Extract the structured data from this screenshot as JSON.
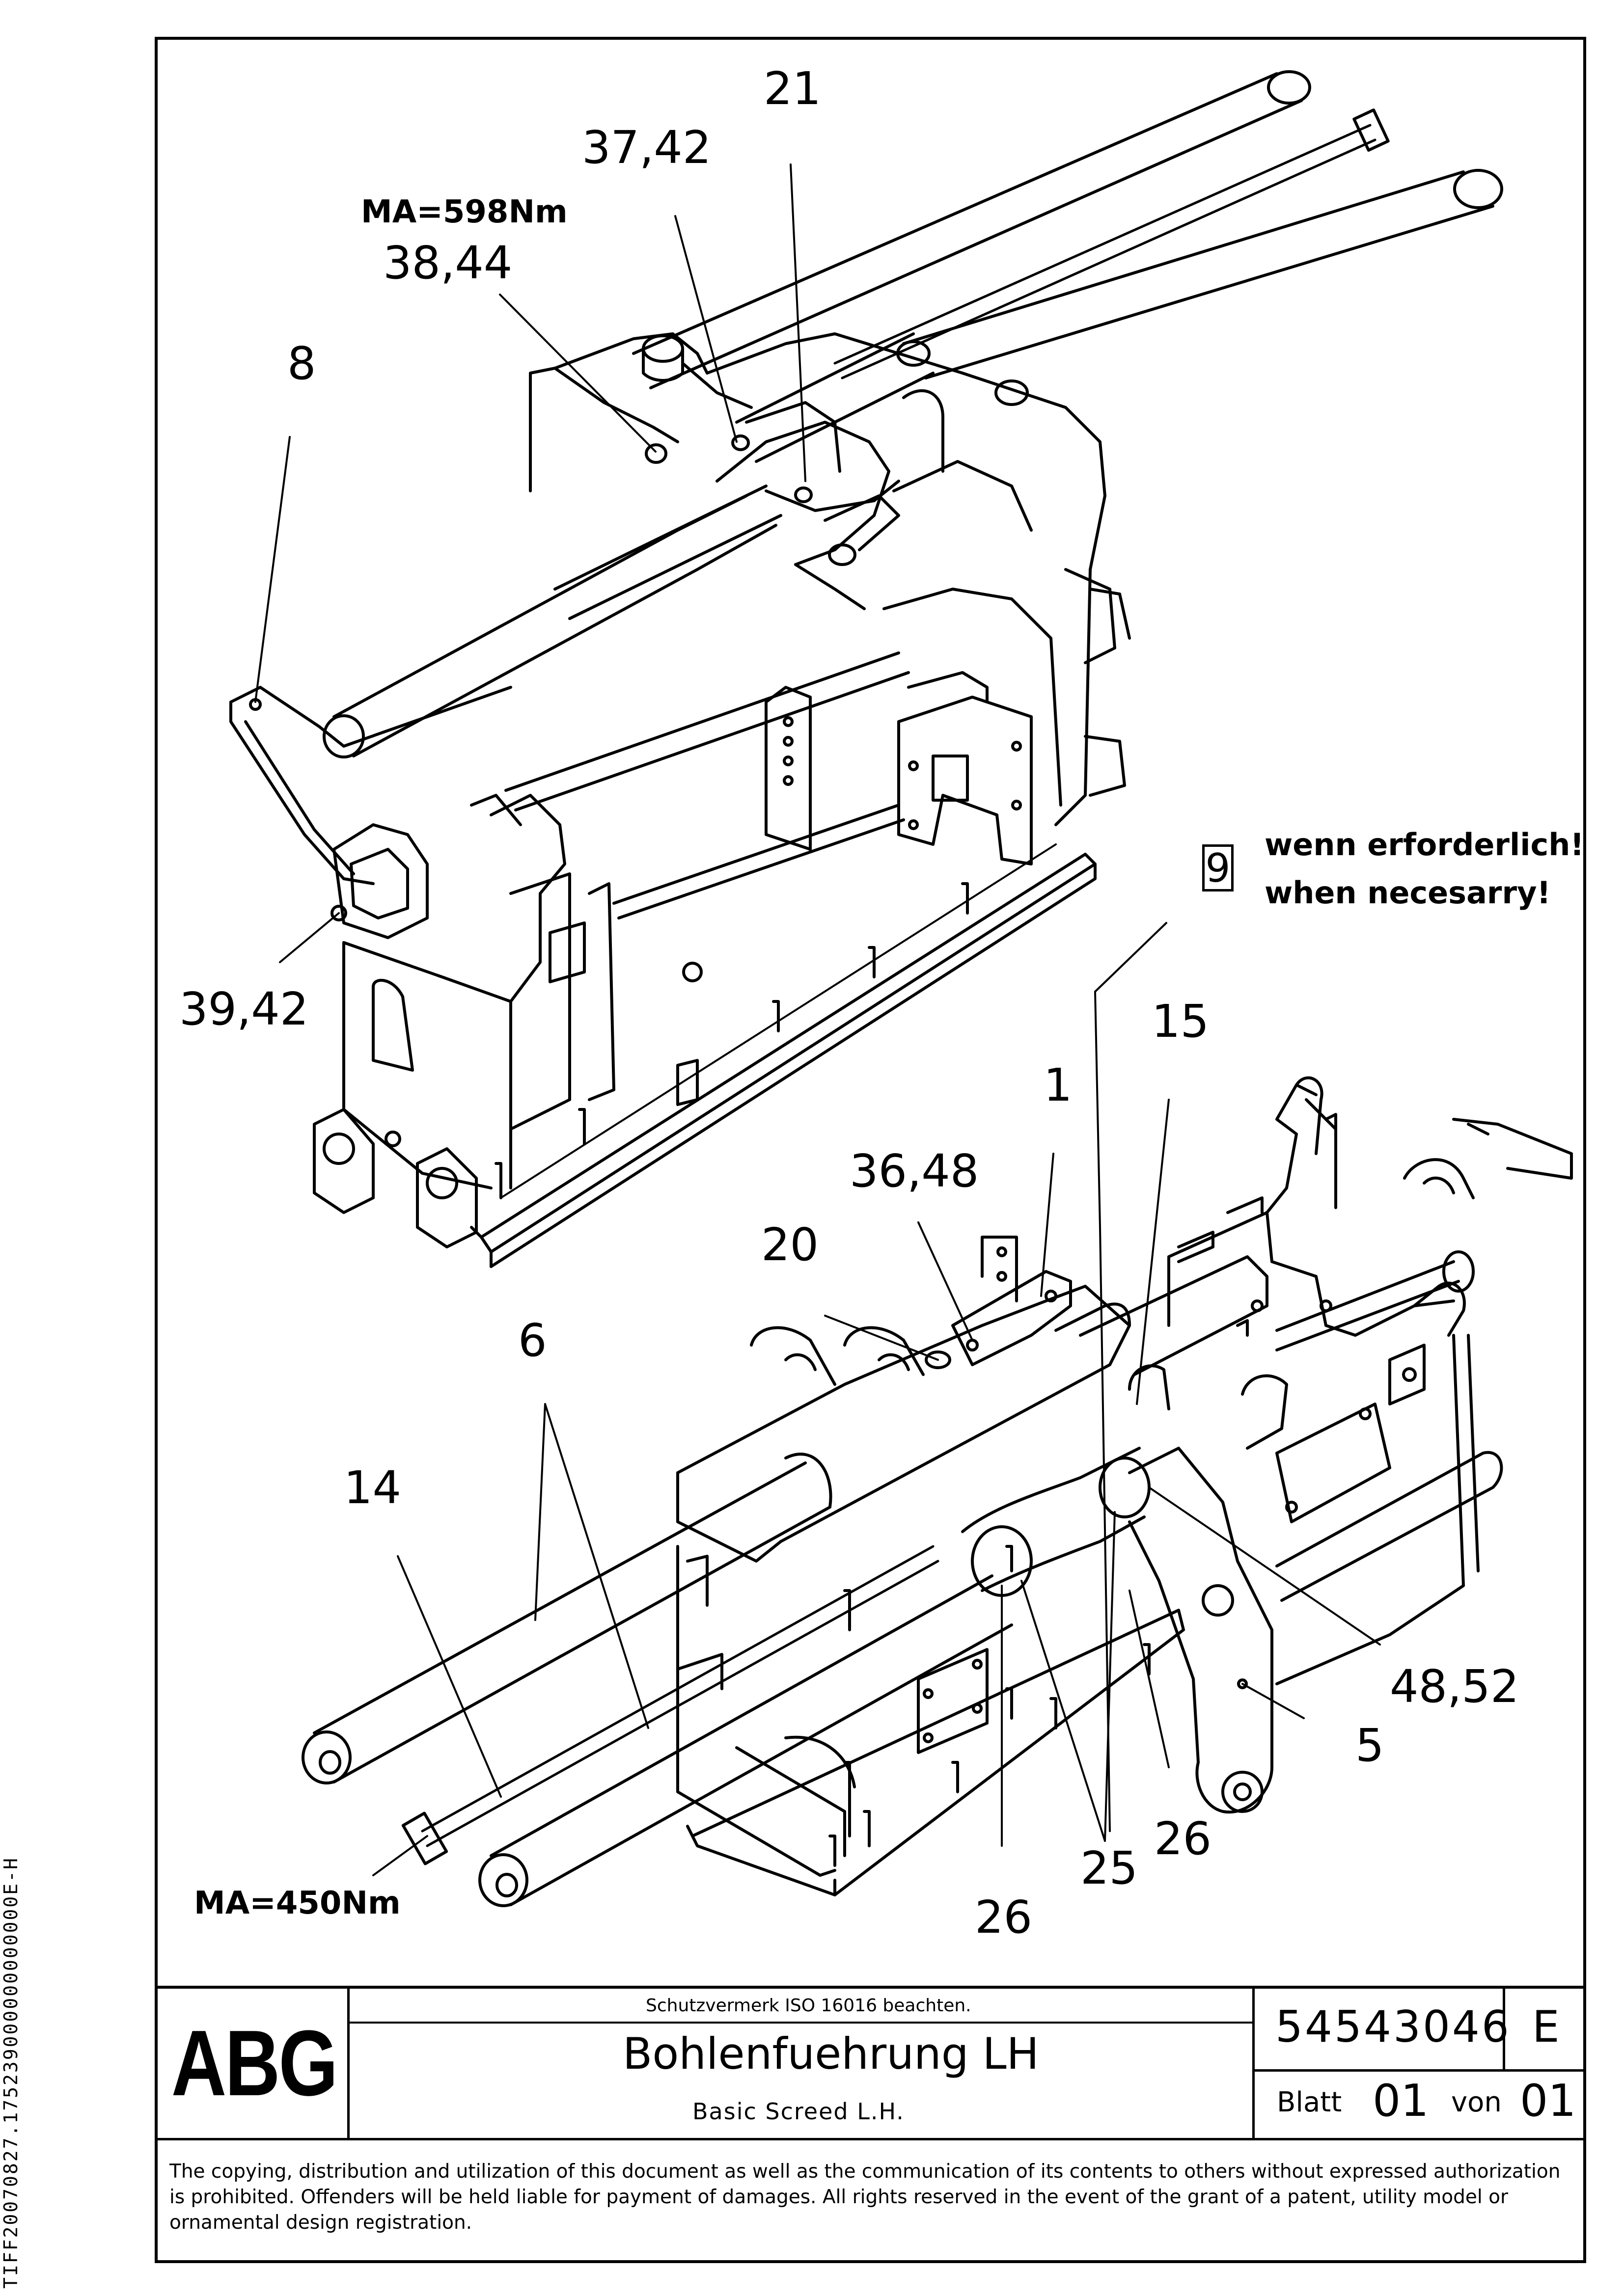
{
  "side_code": "TIFF20070827.175239000000000000E-H",
  "callouts": {
    "c21": "21",
    "c37_42": "37,42",
    "c38_44": "38,44",
    "c8": "8",
    "c39_42": "39,42",
    "c15": "15",
    "c1": "1",
    "c36_48": "36,48",
    "c20": "20",
    "c6": "6",
    "c14": "14",
    "c48_52": "48,52",
    "c5": "5",
    "c26a": "26",
    "c25": "25",
    "c26b": "26"
  },
  "torque": {
    "upper": "MA=598Nm",
    "lower": "MA=450Nm"
  },
  "note": {
    "box": "9",
    "line1": "wenn erforderlich!",
    "line2": "when necesarry!"
  },
  "title_block": {
    "logo": "ABG",
    "protection": "Schutzvermerk ISO 16016 beachten.",
    "title_de": "Bohlenfuehrung LH",
    "title_en": "Basic Screed L.H.",
    "drawing_no": "54543046",
    "revision": "E",
    "sheet_label": "Blatt",
    "sheet_no": "01",
    "of_label": "von",
    "sheet_total": "01"
  },
  "footer": "The copying, distribution and utilization of this document as well as the communication of its contents to others without expressed authorization is prohibited. Offenders will be held liable for payment of damages. All rights reserved in the event of the grant of a patent, utility model or ornamental design registration."
}
